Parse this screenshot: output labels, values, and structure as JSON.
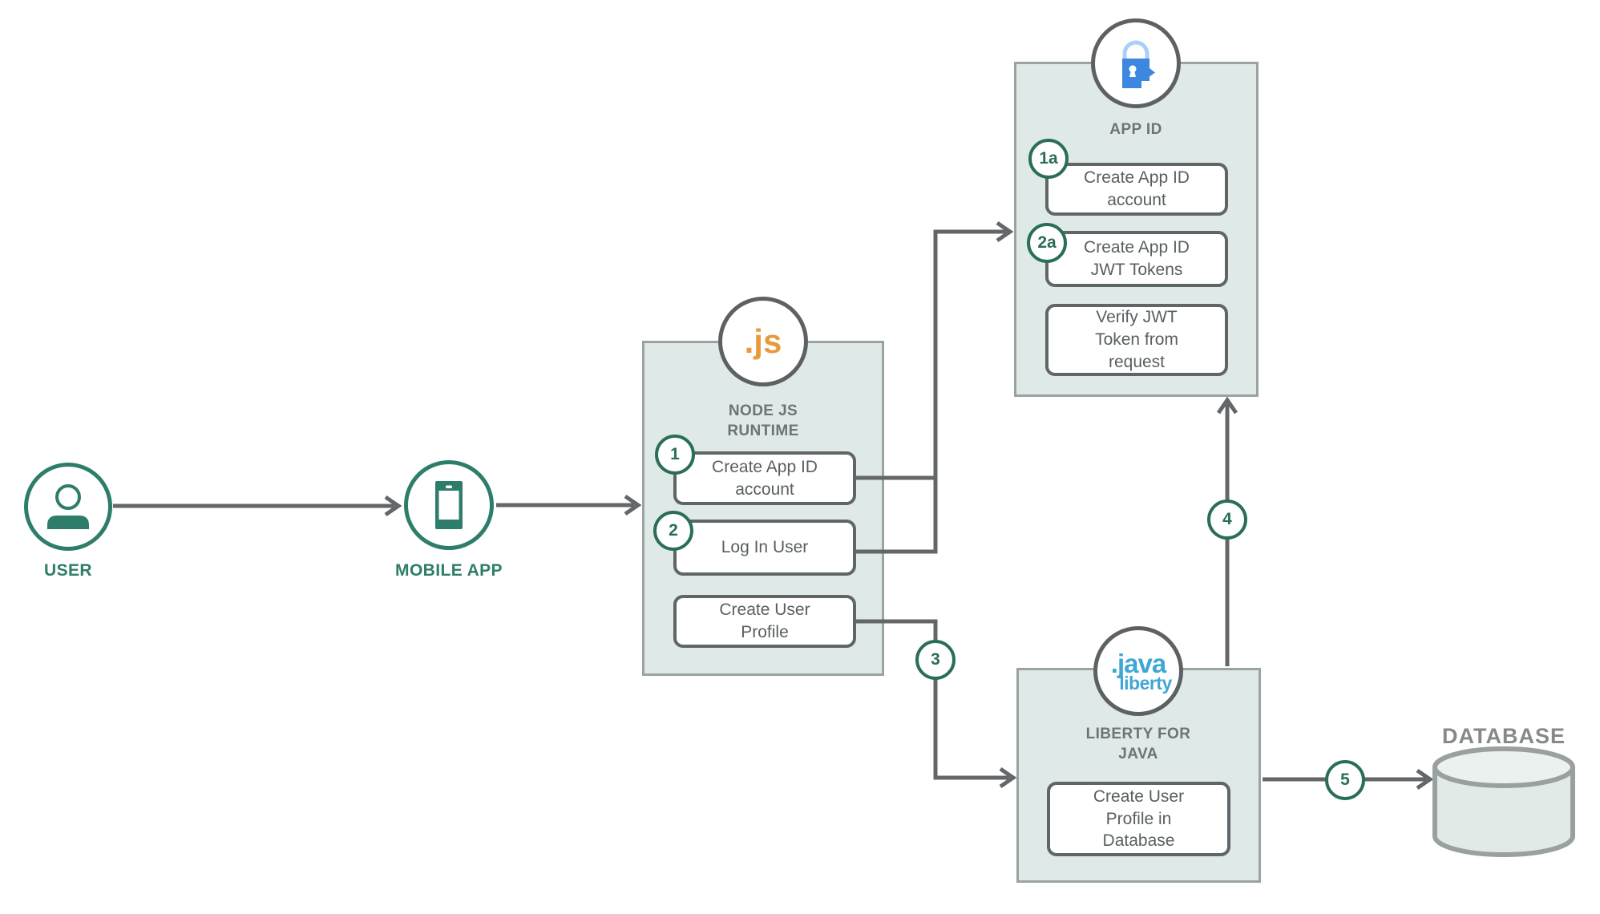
{
  "diagram": {
    "user": {
      "label": "USER",
      "icon": "person-icon"
    },
    "mobile": {
      "label": "MOBILE APP",
      "icon": "smartphone-icon"
    },
    "nodejs": {
      "icon": "nodejs-logo-icon",
      "icon_text": ".js",
      "title": "NODE JS RUNTIME",
      "steps": [
        {
          "badge": "1",
          "label": "Create App ID account"
        },
        {
          "badge": "2",
          "label": "Log In User"
        },
        {
          "badge": "",
          "label": "Create User Profile"
        }
      ]
    },
    "appid": {
      "icon": "lock-head-icon",
      "title": "APP ID",
      "steps": [
        {
          "badge": "1a",
          "label": "Create App ID account"
        },
        {
          "badge": "2a",
          "label": "Create App ID JWT Tokens"
        },
        {
          "badge": "",
          "label": "Verify JWT Token from request"
        }
      ]
    },
    "liberty": {
      "icon": "java-liberty-logo-icon",
      "icon_text_line1": ".java",
      "icon_text_line2": "liberty",
      "title": "LIBERTY FOR JAVA",
      "steps": [
        {
          "badge": "",
          "label": "Create User Profile in Database"
        }
      ]
    },
    "database": {
      "label": "DATABASE",
      "icon": "database-cylinder-icon"
    },
    "flow": {
      "step3": "3",
      "step4": "4",
      "step5": "5"
    },
    "colors": {
      "actor_teal": "#2e7d6b",
      "badge_green": "#2a6e57",
      "connector_gray": "#63676a",
      "container_fill": "#dfe9e8",
      "container_border": "#9ba3a0",
      "step_border": "#606567",
      "step_text": "#595f60",
      "title_gray": "#6e7373",
      "js_orange": "#e79b3f",
      "appid_blue": "#3e87e1",
      "appid_blue_light": "#abd0f5",
      "liberty_blue": "#3fa7d6",
      "database_label_gray": "#85898a"
    }
  }
}
